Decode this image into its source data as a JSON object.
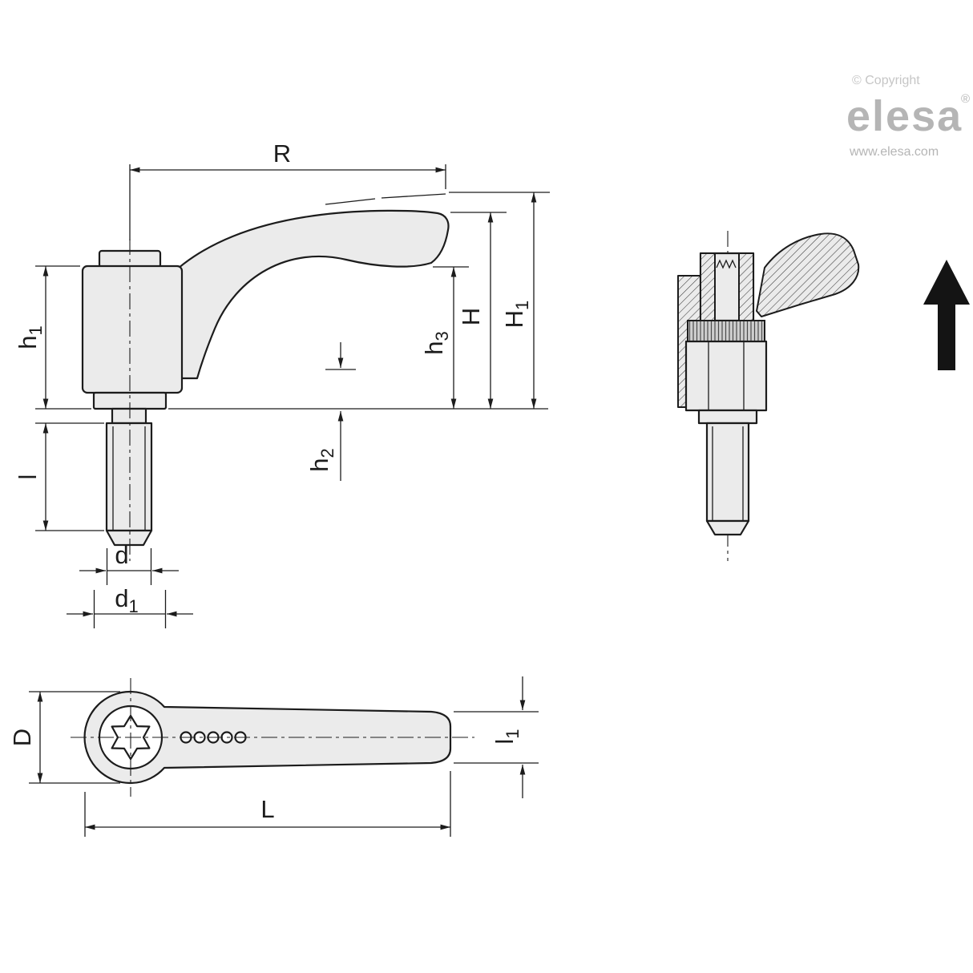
{
  "branding": {
    "copyright": "© Copyright",
    "logo": "elesa",
    "registered": "®",
    "website": "www.elesa.com"
  },
  "labels": {
    "R": [
      "R",
      ""
    ],
    "h1": [
      "h",
      "1"
    ],
    "l": [
      "l",
      ""
    ],
    "d": [
      "d",
      ""
    ],
    "d1": [
      "d",
      "1"
    ],
    "h2": [
      "h",
      "2"
    ],
    "h3": [
      "h",
      "3"
    ],
    "H": [
      "H",
      ""
    ],
    "H1": [
      "H",
      "1"
    ],
    "D": [
      "D",
      ""
    ],
    "L": [
      "L",
      ""
    ],
    "l1": [
      "l",
      "1"
    ]
  },
  "colors": {
    "line": "#1c1c1c",
    "part_fill": "#ebebeb",
    "logo_gray": "#b5b5b5",
    "background": "#ffffff"
  }
}
